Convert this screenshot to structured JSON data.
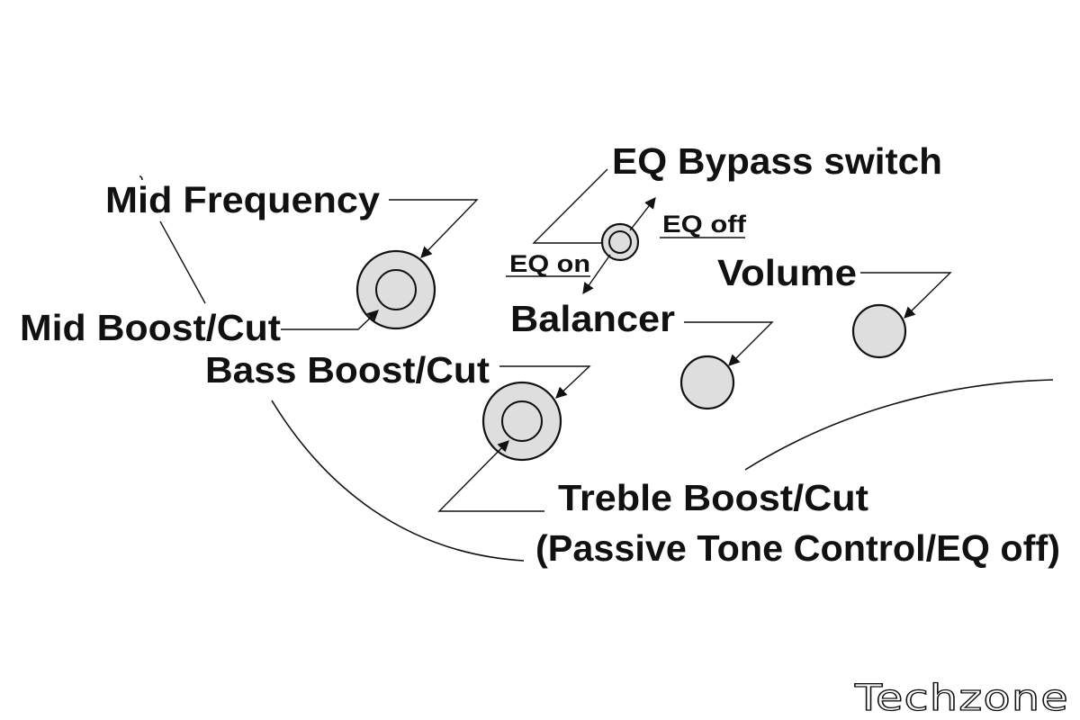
{
  "labels": {
    "mid_frequency": "Mid Frequency",
    "mid_boost_cut": "Mid Boost/Cut",
    "bass_boost_cut": "Bass Boost/Cut",
    "eq_bypass_switch": "EQ Bypass switch",
    "eq_on": "EQ on",
    "eq_off": "EQ off",
    "volume": "Volume",
    "balancer": "Balancer",
    "treble_boost_cut": "Treble Boost/Cut",
    "passive_tone_control": "(Passive Tone Control/EQ off)"
  },
  "watermark": "Techzone",
  "colors": {
    "line": "#111111",
    "knob_fill": "#dedede",
    "background": "#ffffff"
  }
}
